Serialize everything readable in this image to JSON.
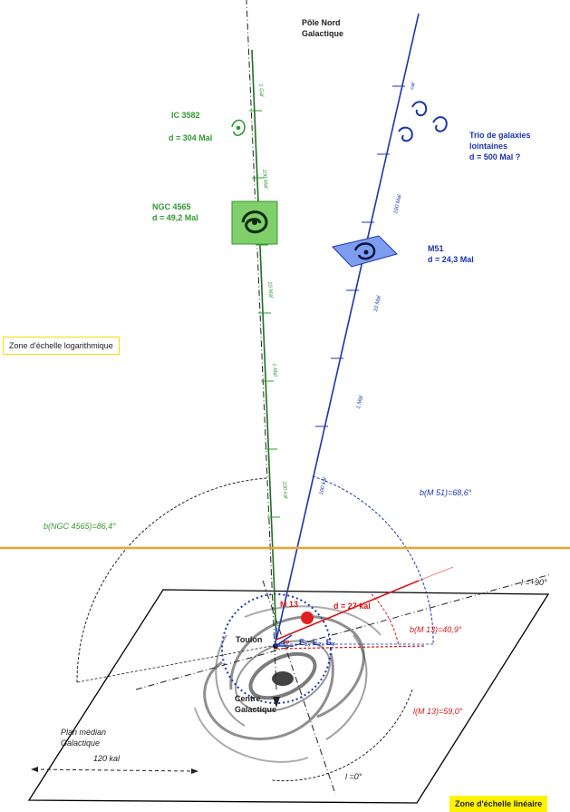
{
  "labels": {
    "pole": [
      "Pôle Nord",
      "Galactique"
    ],
    "ic3582": {
      "name": "IC 3582",
      "dist": "d = 304 Mal"
    },
    "ngc4565": {
      "name": "NGC 4565",
      "dist": "d = 49,2 Mal"
    },
    "trio": [
      "Trio de galaxies",
      "lointaines",
      "d = 500 Mal ?"
    ],
    "m51": {
      "name": "M51",
      "dist": "d = 24,3 Mal"
    },
    "zone_log": "Zone d'échelle logarithmique",
    "zone_lin": "Zone d'échelle linéaire",
    "b_ngc": "b(NGC 4565)=86,4°",
    "b_m51": "b(M 51)=68,6°",
    "b_m13": "b(M 13)=40,9°",
    "l_m13": "l(M 13)=59,0°",
    "m13": "M 13",
    "d_m13": "d = 27 kal",
    "toulon": "Toulon",
    "centre": [
      "Centre",
      "Galactique"
    ],
    "plan": [
      "Plan médian",
      "Galactique"
    ],
    "scale": "120 kal",
    "l90": "l =+90°",
    "l0": "l =0°",
    "e_vectors": "E₁, E₂, E₃",
    "sol": "∞",
    "green_ticks": [
      "1 Gal",
      "100 Mal",
      "10 Mal",
      "1 Mal",
      "100 kal"
    ],
    "blue_ticks": [
      "cal",
      "100 Mal",
      "10 Mal",
      "1 Mal",
      "100 kal"
    ]
  },
  "colors": {
    "green": "#2f9a2f",
    "blue": "#1a35b0",
    "red": "#d81818",
    "orange": "#f0a030",
    "yellow": "#fff200",
    "square_fill": "#7fcf6a",
    "diamond_fill": "#7d9ef0"
  }
}
